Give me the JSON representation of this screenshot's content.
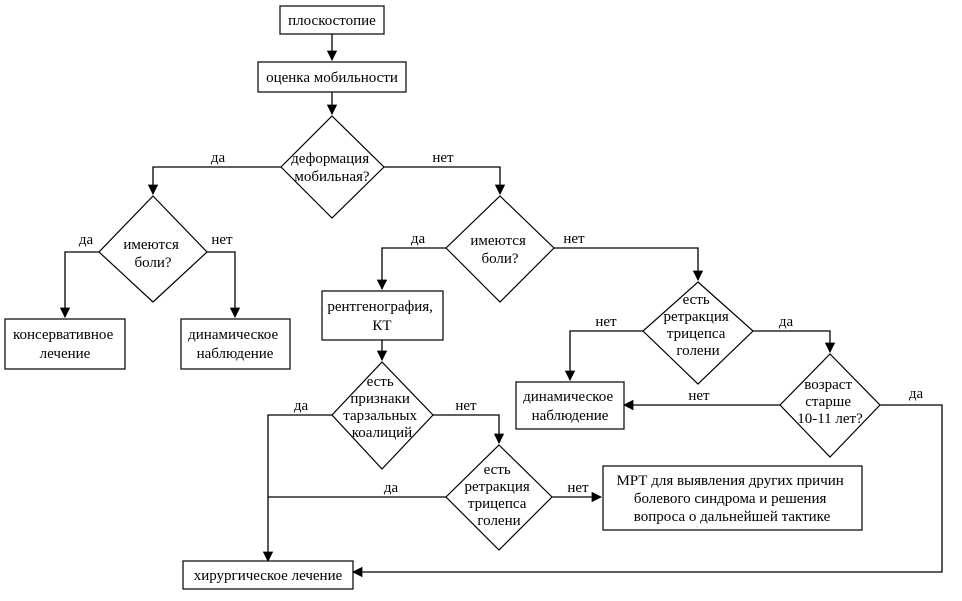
{
  "diagram": {
    "nodes": {
      "start": "плоскостопие",
      "mobility": "оценка мобильности",
      "deformation": [
        "деформация",
        "мобильная?"
      ],
      "pain_left": [
        "имеются",
        "боли?"
      ],
      "pain_right": [
        "имеются",
        "боли?"
      ],
      "conservative": [
        "консервативное",
        "лечение"
      ],
      "observation_left": [
        "динамическое",
        "наблюдение"
      ],
      "xray": [
        "рентгенография,",
        "КТ"
      ],
      "tarsal": [
        "есть",
        "признаки",
        "тарзальных",
        "коалиций"
      ],
      "retraction_upper": [
        "есть",
        "ретракция",
        "трицепса",
        "голени"
      ],
      "retraction_lower": [
        "есть",
        "ретракция",
        "трицепса",
        "голени"
      ],
      "age": [
        "возраст",
        "старше",
        "10-11 лет?"
      ],
      "observation_right": [
        "динамическое",
        "наблюдение"
      ],
      "mri": [
        "МРТ для выявления других причин",
        "болевого синдрома и решения",
        "вопроса о дальнейшей тактике"
      ],
      "surgery": "хирургическое лечение"
    },
    "edge_labels": {
      "yes": "да",
      "no": "нет"
    }
  }
}
